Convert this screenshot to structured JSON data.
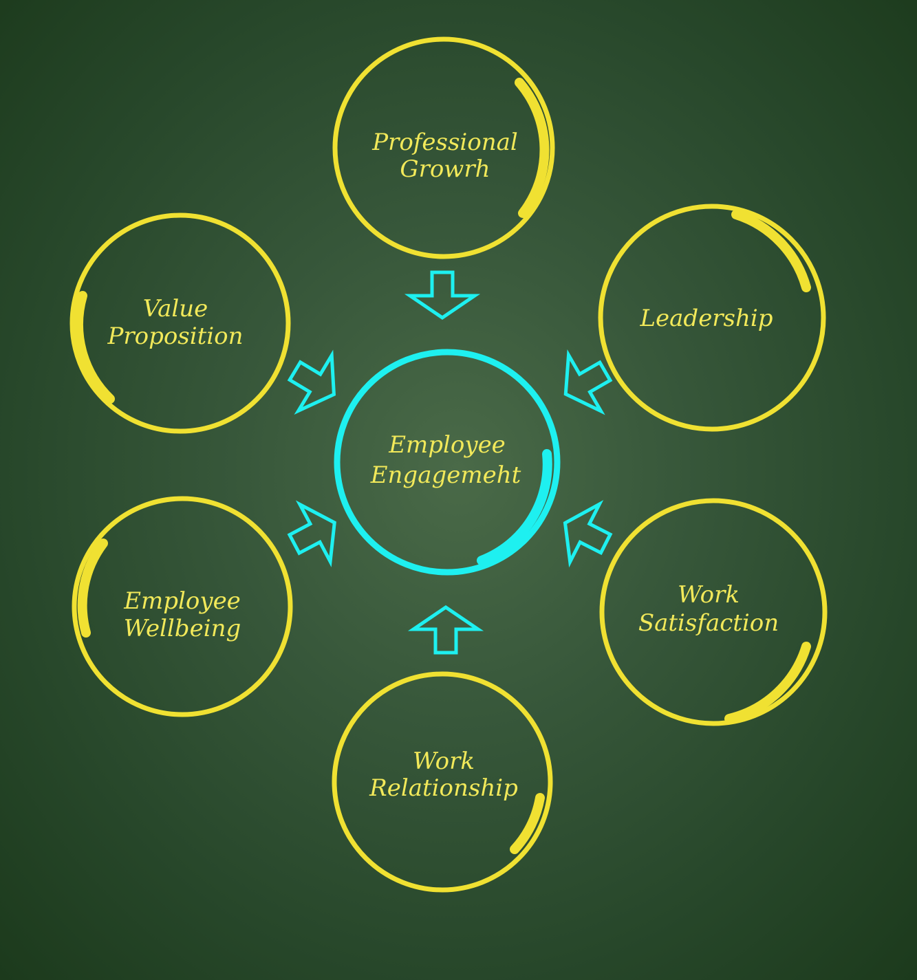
{
  "center": {
    "line1": "Employee",
    "line2": "Engagemeht"
  },
  "nodes": [
    {
      "line1": "Professional",
      "line2": "Growrh"
    },
    {
      "line1": "Leadership"
    },
    {
      "line1": "Value",
      "line2": "Proposition"
    },
    {
      "line1": "Employee",
      "line2": "Wellbeing"
    },
    {
      "line1": "Work",
      "line2": "Satisfaction"
    },
    {
      "line1": "Work",
      "line2": "Relationship"
    }
  ],
  "colors": {
    "background": "#37573a",
    "node_ring": "#f0e132",
    "center_ring": "#1ef0f0",
    "text": "#f2e95a"
  }
}
